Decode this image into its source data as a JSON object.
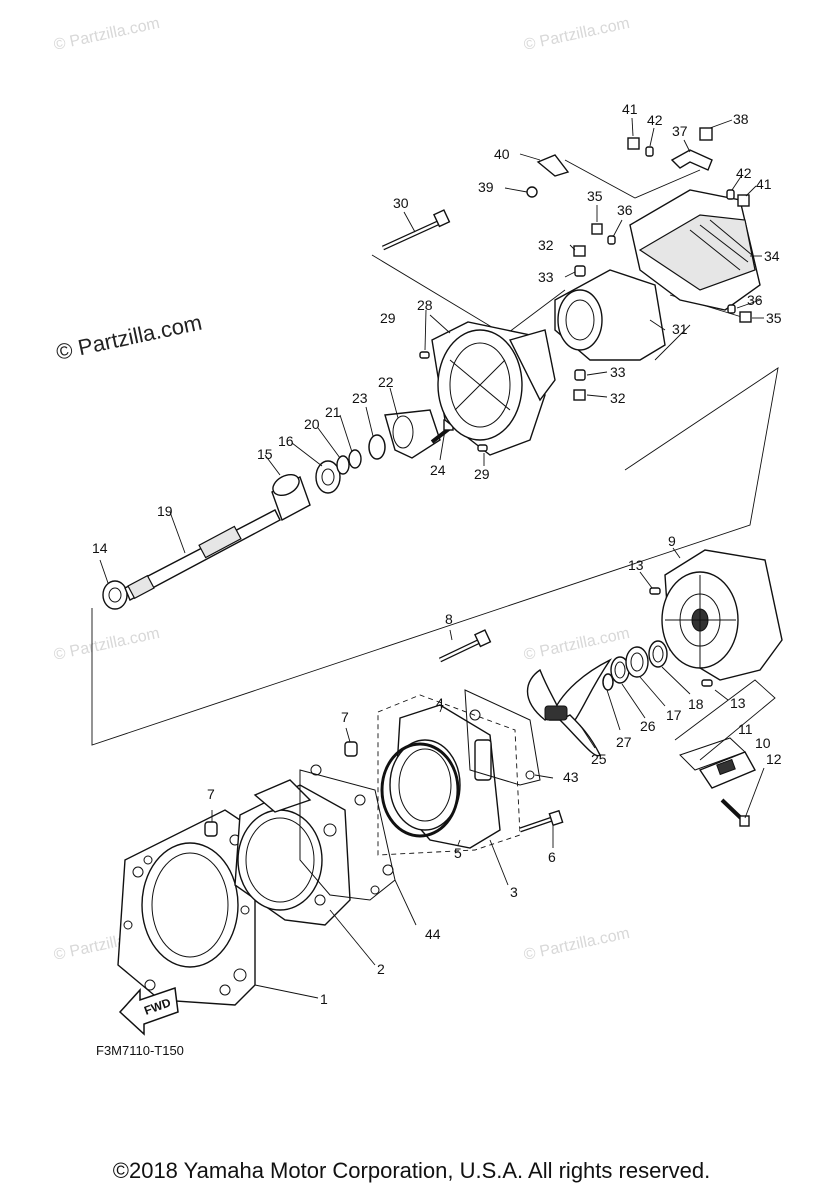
{
  "diagram": {
    "code": "F3M7110-T150",
    "fwd_label": "FWD",
    "copyright": "©2018  Yamaha Motor Corporation, U.S.A. All rights reserved.",
    "watermark_main": "© Partzilla.com",
    "watermark_light": "© Partzilla.com",
    "callouts": {
      "c1": "1",
      "c2": "2",
      "c3": "3",
      "c4": "4",
      "c5": "5",
      "c6": "6",
      "c7a": "7",
      "c7b": "7",
      "c8": "8",
      "c9": "9",
      "c10": "10",
      "c11": "11",
      "c12": "12",
      "c13a": "13",
      "c13b": "13",
      "c14": "14",
      "c15": "15",
      "c16": "16",
      "c17": "17",
      "c18": "18",
      "c19": "19",
      "c20": "20",
      "c21": "21",
      "c22": "22",
      "c23": "23",
      "c24": "24",
      "c25": "25",
      "c26": "26",
      "c27": "27",
      "c28": "28",
      "c29a": "29",
      "c29b": "29",
      "c30": "30",
      "c31": "31",
      "c32a": "32",
      "c32b": "32",
      "c33a": "33",
      "c33b": "33",
      "c34": "34",
      "c35a": "35",
      "c35b": "35",
      "c36a": "36",
      "c36b": "36",
      "c37": "37",
      "c38": "38",
      "c39": "39",
      "c40": "40",
      "c41a": "41",
      "c41b": "41",
      "c42a": "42",
      "c42b": "42",
      "c43": "43",
      "c44": "44"
    }
  }
}
